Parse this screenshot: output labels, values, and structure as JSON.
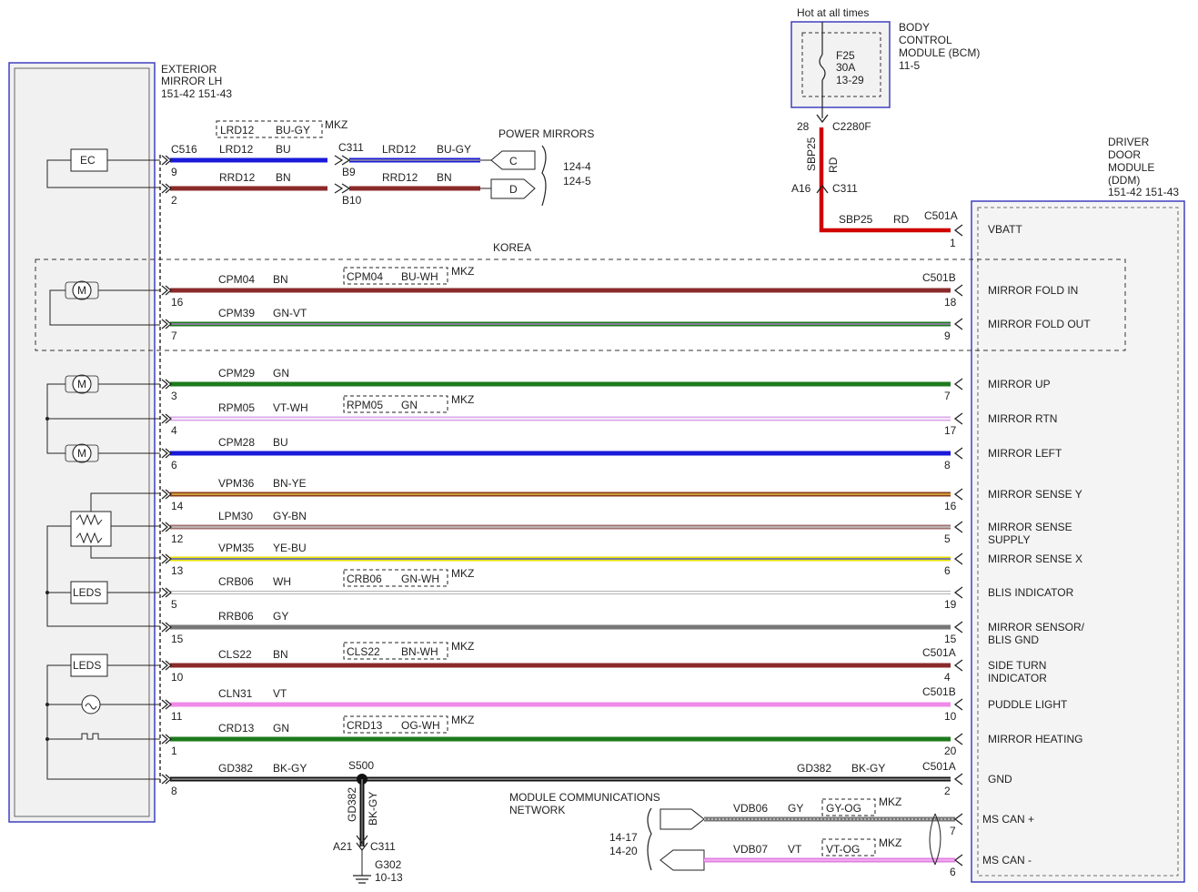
{
  "exterior_mirror": {
    "title": "EXTERIOR",
    "subtitle": "MIRROR LH",
    "refs": "151-42  151-43"
  },
  "ddm": {
    "line1": "DRIVER",
    "line2": "DOOR",
    "line3": "MODULE",
    "line4": "(DDM)",
    "refs": "151-42  151-43"
  },
  "bcm": {
    "hot_label": "Hot at all times",
    "title": "BODY",
    "title2": "CONTROL",
    "title3": "MODULE (BCM)",
    "ref": "11-5",
    "fuse": "F25",
    "fuse_rating": "30A",
    "fuse_ref": "13-29",
    "pin": "28",
    "connector": "C2280F"
  },
  "power_mirrors": {
    "title": "POWER MIRRORS",
    "ref1": "124-4",
    "ref2": "124-5",
    "conn_c": "C",
    "conn_d": "D"
  },
  "korea_label": "KOREA",
  "mkz": "MKZ",
  "bcm_feed": {
    "circuit_v": "SBP25",
    "color_v": "RD",
    "pin_a": "A16",
    "conn_a": "C311",
    "circuit_h": "SBP25",
    "color_h": "RD",
    "conn_end": "C501A",
    "pin_end": "1",
    "func": "VBATT"
  },
  "ec_label": "EC",
  "leds_label": "LEDS",
  "motor_label": "M",
  "mirror_conn": "C516",
  "mid_conn": "C311",
  "ec_wires": [
    {
      "circuit": "LRD12",
      "color": "BU",
      "pin": "9",
      "mid_pin": "B9",
      "circuit2": "LRD12",
      "color2": "BU-GY",
      "mkz_circuit": "LRD12",
      "mkz_color": "BU-GY"
    },
    {
      "circuit": "RRD12",
      "color": "BN",
      "pin": "2",
      "mid_pin": "B10",
      "circuit2": "RRD12",
      "color2": "BN"
    }
  ],
  "wires": [
    {
      "circuit": "CPM04",
      "color": "BN",
      "left_pin": "16",
      "right_pin": "18",
      "right_conn": "C501B",
      "func": "MIRROR FOLD IN",
      "mkz_circuit": "CPM04",
      "mkz_color": "BU-WH"
    },
    {
      "circuit": "CPM39",
      "color": "GN-VT",
      "left_pin": "7",
      "right_pin": "9",
      "func": "MIRROR FOLD OUT"
    },
    {
      "circuit": "CPM29",
      "color": "GN",
      "left_pin": "3",
      "right_pin": "7",
      "func": "MIRROR UP"
    },
    {
      "circuit": "RPM05",
      "color": "VT-WH",
      "left_pin": "4",
      "right_pin": "17",
      "func": "MIRROR RTN",
      "mkz_circuit": "RPM05",
      "mkz_color": "GN"
    },
    {
      "circuit": "CPM28",
      "color": "BU",
      "left_pin": "6",
      "right_pin": "8",
      "func": "MIRROR LEFT"
    },
    {
      "circuit": "VPM36",
      "color": "BN-YE",
      "left_pin": "14",
      "right_pin": "16",
      "func": "MIRROR SENSE Y"
    },
    {
      "circuit": "LPM30",
      "color": "GY-BN",
      "left_pin": "12",
      "right_pin": "5",
      "func": "MIRROR SENSE",
      "func2": "SUPPLY"
    },
    {
      "circuit": "VPM35",
      "color": "YE-BU",
      "left_pin": "13",
      "right_pin": "6",
      "func": "MIRROR SENSE X"
    },
    {
      "circuit": "CRB06",
      "color": "WH",
      "left_pin": "5",
      "right_pin": "19",
      "func": "BLIS INDICATOR",
      "mkz_circuit": "CRB06",
      "mkz_color": "GN-WH"
    },
    {
      "circuit": "RRB06",
      "color": "GY",
      "left_pin": "15",
      "right_pin": "15",
      "func": "MIRROR SENSOR/",
      "func2": "BLIS GND"
    },
    {
      "circuit": "CLS22",
      "color": "BN",
      "left_pin": "10",
      "right_pin": "4",
      "right_conn": "C501A",
      "func": "SIDE TURN",
      "func2": "INDICATOR",
      "mkz_circuit": "CLS22",
      "mkz_color": "BN-WH"
    },
    {
      "circuit": "CLN31",
      "color": "VT",
      "left_pin": "11",
      "right_pin": "10",
      "right_conn": "C501B",
      "func": "PUDDLE LIGHT"
    },
    {
      "circuit": "CRD13",
      "color": "GN",
      "left_pin": "1",
      "right_pin": "20",
      "func": "MIRROR HEATING",
      "mkz_circuit": "CRD13",
      "mkz_color": "OG-WH"
    },
    {
      "circuit": "GD382",
      "color": "BK-GY",
      "left_pin": "8",
      "right_pin": "2",
      "right_conn": "C501A",
      "func": "GND",
      "circuit_r": "GD382",
      "color_r": "BK-GY"
    }
  ],
  "ground": {
    "splice": "S500",
    "circuit": "GD382",
    "color": "BK-GY",
    "pin": "A21",
    "conn": "C311",
    "ground": "G302",
    "ref": "10-13"
  },
  "network": {
    "title": "MODULE COMMUNICATIONS",
    "title2": "NETWORK",
    "ref1": "14-17",
    "ref2": "14-20",
    "can_plus": {
      "circuit": "VDB06",
      "color": "GY",
      "mkz_color": "GY-OG",
      "pin": "7",
      "func": "MS CAN +"
    },
    "can_minus": {
      "circuit": "VDB07",
      "color": "VT",
      "mkz_color": "VT-OG",
      "pin": "6",
      "func": "MS CAN -"
    }
  }
}
